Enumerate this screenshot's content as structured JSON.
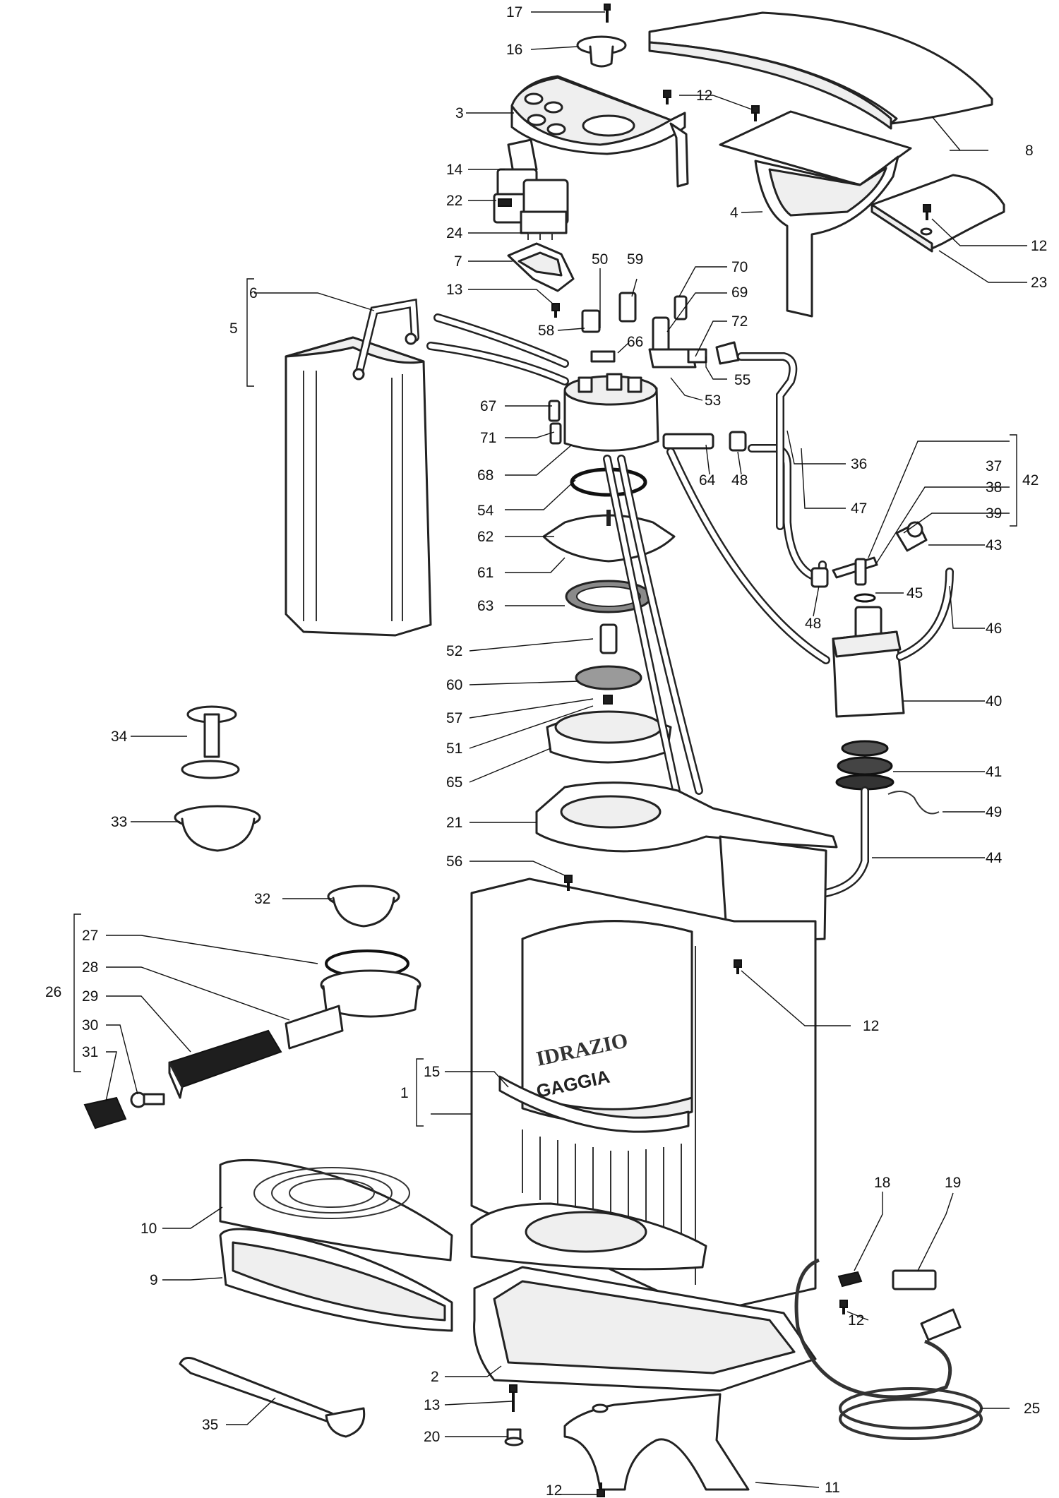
{
  "diagram": {
    "brand_text": [
      "IDRAZIO",
      "GAGGIA"
    ],
    "callouts": [
      {
        "id": "17",
        "label": "17"
      },
      {
        "id": "16",
        "label": "16"
      },
      {
        "id": "12a",
        "label": "12"
      },
      {
        "id": "3",
        "label": "3"
      },
      {
        "id": "8",
        "label": "8"
      },
      {
        "id": "14",
        "label": "14"
      },
      {
        "id": "22",
        "label": "22"
      },
      {
        "id": "4",
        "label": "4"
      },
      {
        "id": "24",
        "label": "24"
      },
      {
        "id": "12b",
        "label": "12"
      },
      {
        "id": "7",
        "label": "7"
      },
      {
        "id": "23",
        "label": "23"
      },
      {
        "id": "50",
        "label": "50"
      },
      {
        "id": "59",
        "label": "59"
      },
      {
        "id": "70",
        "label": "70"
      },
      {
        "id": "6",
        "label": "6"
      },
      {
        "id": "13a",
        "label": "13"
      },
      {
        "id": "69",
        "label": "69"
      },
      {
        "id": "5",
        "label": "5"
      },
      {
        "id": "72",
        "label": "72"
      },
      {
        "id": "58",
        "label": "58"
      },
      {
        "id": "66",
        "label": "66"
      },
      {
        "id": "55",
        "label": "55"
      },
      {
        "id": "53",
        "label": "53"
      },
      {
        "id": "67",
        "label": "67"
      },
      {
        "id": "71",
        "label": "71"
      },
      {
        "id": "36",
        "label": "36"
      },
      {
        "id": "37",
        "label": "37"
      },
      {
        "id": "68",
        "label": "68"
      },
      {
        "id": "64",
        "label": "64"
      },
      {
        "id": "48a",
        "label": "48"
      },
      {
        "id": "42",
        "label": "42"
      },
      {
        "id": "38",
        "label": "38"
      },
      {
        "id": "54",
        "label": "54"
      },
      {
        "id": "47",
        "label": "47"
      },
      {
        "id": "39",
        "label": "39"
      },
      {
        "id": "62",
        "label": "62"
      },
      {
        "id": "43",
        "label": "43"
      },
      {
        "id": "61",
        "label": "61"
      },
      {
        "id": "45",
        "label": "45"
      },
      {
        "id": "63",
        "label": "63"
      },
      {
        "id": "48b",
        "label": "48"
      },
      {
        "id": "46",
        "label": "46"
      },
      {
        "id": "52",
        "label": "52"
      },
      {
        "id": "60",
        "label": "60"
      },
      {
        "id": "40",
        "label": "40"
      },
      {
        "id": "57",
        "label": "57"
      },
      {
        "id": "34",
        "label": "34"
      },
      {
        "id": "51",
        "label": "51"
      },
      {
        "id": "41",
        "label": "41"
      },
      {
        "id": "65",
        "label": "65"
      },
      {
        "id": "49",
        "label": "49"
      },
      {
        "id": "33",
        "label": "33"
      },
      {
        "id": "21",
        "label": "21"
      },
      {
        "id": "56",
        "label": "56"
      },
      {
        "id": "44",
        "label": "44"
      },
      {
        "id": "32",
        "label": "32"
      },
      {
        "id": "27",
        "label": "27"
      },
      {
        "id": "28",
        "label": "28"
      },
      {
        "id": "26",
        "label": "26"
      },
      {
        "id": "29",
        "label": "29"
      },
      {
        "id": "12c",
        "label": "12"
      },
      {
        "id": "30",
        "label": "30"
      },
      {
        "id": "31",
        "label": "31"
      },
      {
        "id": "15",
        "label": "15"
      },
      {
        "id": "1",
        "label": "1"
      },
      {
        "id": "18",
        "label": "18"
      },
      {
        "id": "19",
        "label": "19"
      },
      {
        "id": "10",
        "label": "10"
      },
      {
        "id": "9",
        "label": "9"
      },
      {
        "id": "12d",
        "label": "12"
      },
      {
        "id": "2",
        "label": "2"
      },
      {
        "id": "13b",
        "label": "13"
      },
      {
        "id": "25",
        "label": "25"
      },
      {
        "id": "35",
        "label": "35"
      },
      {
        "id": "20",
        "label": "20"
      },
      {
        "id": "12e",
        "label": "12"
      },
      {
        "id": "11",
        "label": "11"
      }
    ]
  }
}
